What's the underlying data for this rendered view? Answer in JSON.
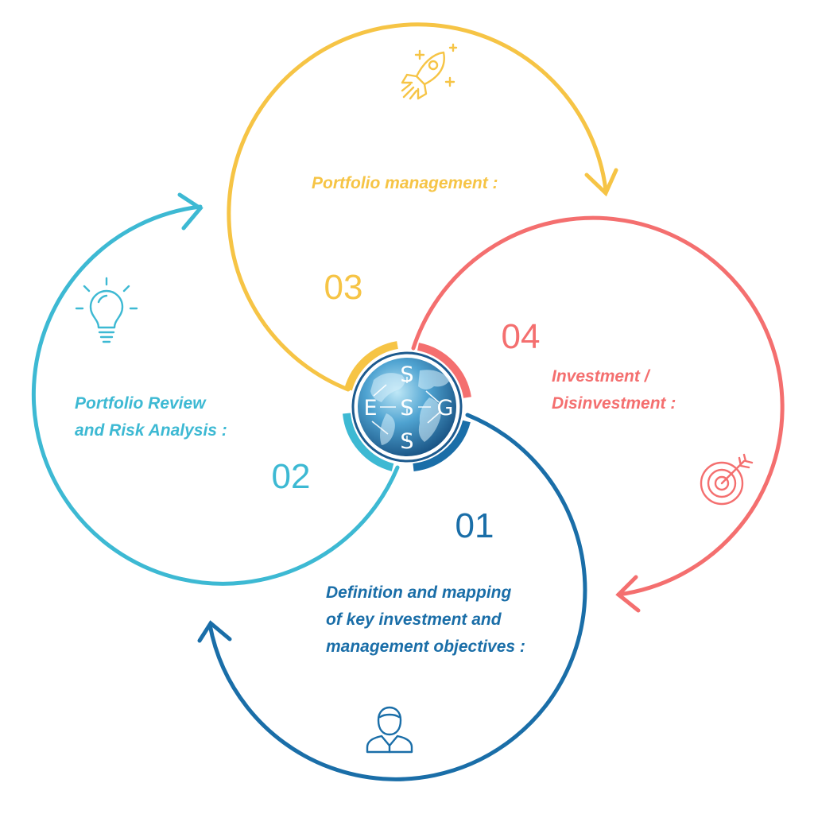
{
  "colors": {
    "step1": "#1a6ea8",
    "step2": "#3db9d3",
    "step3": "#f6c445",
    "step4": "#f46f6f",
    "globe_dark": "#1c5a8e",
    "globe_light": "#7fcdea"
  },
  "steps": [
    {
      "number": "01",
      "label_lines": [
        "Definition and mapping",
        "of key investment and",
        "management objectives :"
      ],
      "icon": "user-icon"
    },
    {
      "number": "02",
      "label_lines": [
        "Portfolio Review",
        "and Risk Analysis :"
      ],
      "icon": "lightbulb-icon"
    },
    {
      "number": "03",
      "label_lines": [
        "Portfolio management :"
      ],
      "icon": "rocket-icon"
    },
    {
      "number": "04",
      "label_lines": [
        "Investment /",
        "Disinvestment :"
      ],
      "icon": "target-icon"
    }
  ],
  "center": {
    "letters": {
      "top": "S",
      "left": "E",
      "middle": "S",
      "right": "G",
      "bottom": "S"
    }
  }
}
